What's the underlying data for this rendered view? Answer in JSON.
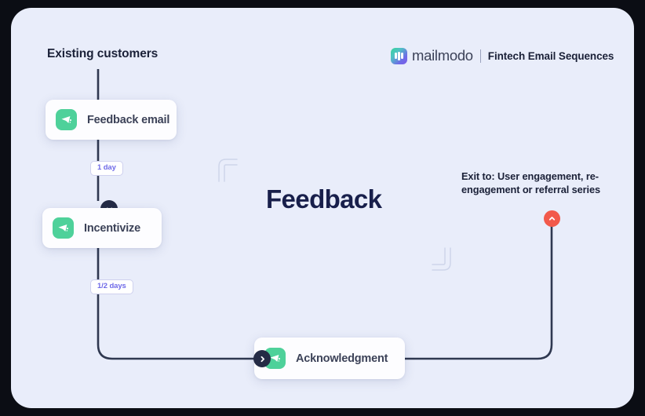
{
  "canvas": {
    "background": "#0b0d14",
    "panel_background": "#e9edfa"
  },
  "header": {
    "entry_label": "Existing customers",
    "brand_name": "mailmodo",
    "brand_divider": "|",
    "brand_subtitle": "Fintech Email Sequences",
    "brand_logo_icon": "mailmodo-logo-icon"
  },
  "section": {
    "title": "Feedback",
    "title_color": "#181f4b"
  },
  "exit": {
    "note": "Exit to: User engagement, re-engagement or referral series",
    "marker_icon": "chevron-up-icon",
    "marker_color": "#f2594b"
  },
  "flow": {
    "nodes": [
      {
        "id": "feedback-email",
        "label": "Feedback email",
        "icon": "email-send-icon",
        "icon_color": "#4ed19a"
      },
      {
        "id": "incentivize",
        "label": "Incentivize",
        "icon": "email-send-icon",
        "icon_color": "#4ed19a"
      },
      {
        "id": "acknowledgment",
        "label": "Acknowledgment",
        "icon": "email-send-icon",
        "icon_color": "#4ed19a"
      }
    ],
    "delays": [
      {
        "id": "delay-1-day",
        "label": "1 day"
      },
      {
        "id": "delay-half-day",
        "label": "1/2 days"
      }
    ],
    "markers": [
      {
        "id": "marker-incentivize-down",
        "icon": "chevron-down-icon",
        "color": "#242b45"
      },
      {
        "id": "marker-acknowledgment-right",
        "icon": "chevron-right-icon",
        "color": "#242b45"
      },
      {
        "id": "marker-exit-up",
        "icon": "chevron-up-icon",
        "color": "#f2594b"
      }
    ],
    "wire_color": "#2f3850"
  },
  "ornaments": [
    {
      "id": "ornament-top",
      "icon": "rounded-corner-top-left-icon"
    },
    {
      "id": "ornament-bottom",
      "icon": "rounded-corner-bottom-right-icon"
    }
  ]
}
